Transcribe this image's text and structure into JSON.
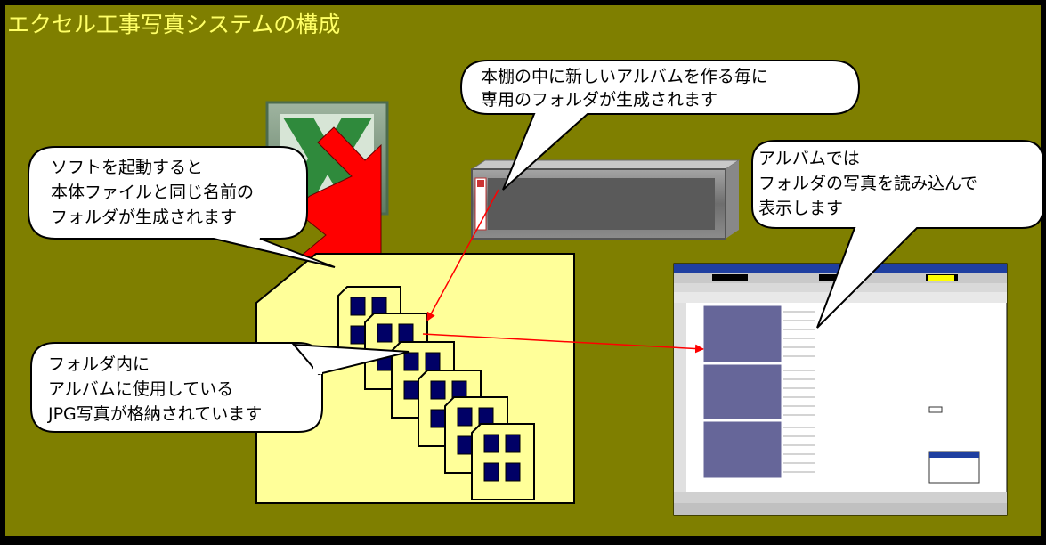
{
  "title": "エクセル工事写真システムの構成",
  "callouts": {
    "software": [
      "ソフトを起動すると",
      "本体ファイルと同じ名前の",
      "フォルダが生成されます"
    ],
    "bookshelf": [
      "本棚の中に新しいアルバムを作る毎に",
      "専用のフォルダが生成されます"
    ],
    "album": [
      "アルバムでは",
      "フォルダの写真を読み込んで",
      "表示します"
    ],
    "photos": [
      "フォルダ内に",
      "アルバムに使用している",
      "JPG写真が格納されています"
    ]
  },
  "colors": {
    "background": "#7f7f00",
    "border": "#000000",
    "title_text": "#ffff66",
    "folder_fill": "#ffff99",
    "photo_icon_fill": "#ffff99",
    "photo_pane": "#000066",
    "arrow_red": "#ff0000",
    "album_cell": "#666699"
  },
  "icons": {
    "excel": "excel-icon",
    "bookshelf": "bookshelf-icon",
    "folder": "folder-icon",
    "photo": "photo-file-icon",
    "album_window": "album-window-screenshot"
  }
}
